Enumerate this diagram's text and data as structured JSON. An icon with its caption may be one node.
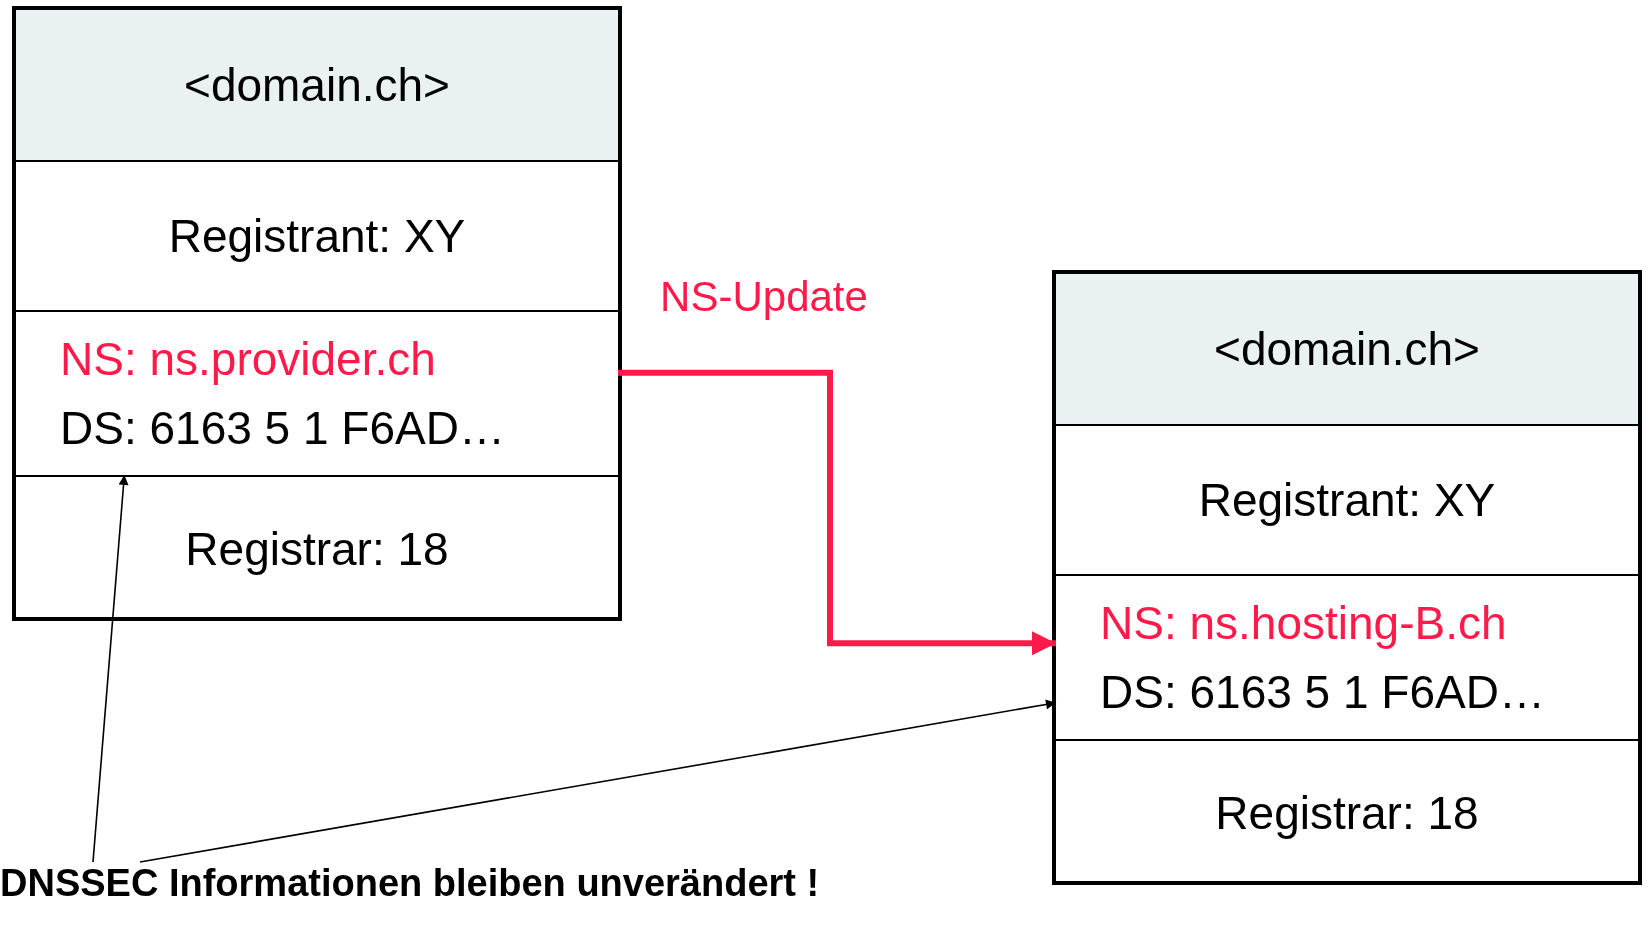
{
  "diagram": {
    "nodes": [
      {
        "text": [],
        "shape": "box"
      },
      {
        "text": [
          "<domain.ch>"
        ],
        "in": 0
      },
      {
        "text": [
          "Registrant: XY"
        ],
        "in": 0
      },
      {
        "text": [
          "NS: ns.provider.ch",
          "DS: 6163 5 1 F6AD…"
        ],
        "in": 0
      },
      {
        "text": [
          "Registrar: 18"
        ],
        "in": 0
      },
      {
        "text": [],
        "shape": "box"
      },
      {
        "text": [
          "<domain.ch>"
        ],
        "in": 5
      },
      {
        "text": [
          "Registrant: XY"
        ],
        "in": 5
      },
      {
        "text": [
          "NS: ns.hosting-B.ch",
          "DS: 6163 5 1 F6AD…"
        ],
        "in": 5
      },
      {
        "text": [
          "Registrar: 18"
        ],
        "in": 5
      },
      {
        "text": [
          "DNSSEC Informationen bleiben unverändert !"
        ]
      }
    ],
    "edges": [
      {
        "from": 3,
        "to": 8,
        "arrow": "to",
        "label": "NS-Update",
        "style": "thick",
        "color": "#ff1a4a"
      },
      {
        "from": 10,
        "to": 3,
        "arrow": "to"
      },
      {
        "from": 10,
        "to": 8,
        "arrow": "to"
      }
    ]
  }
}
